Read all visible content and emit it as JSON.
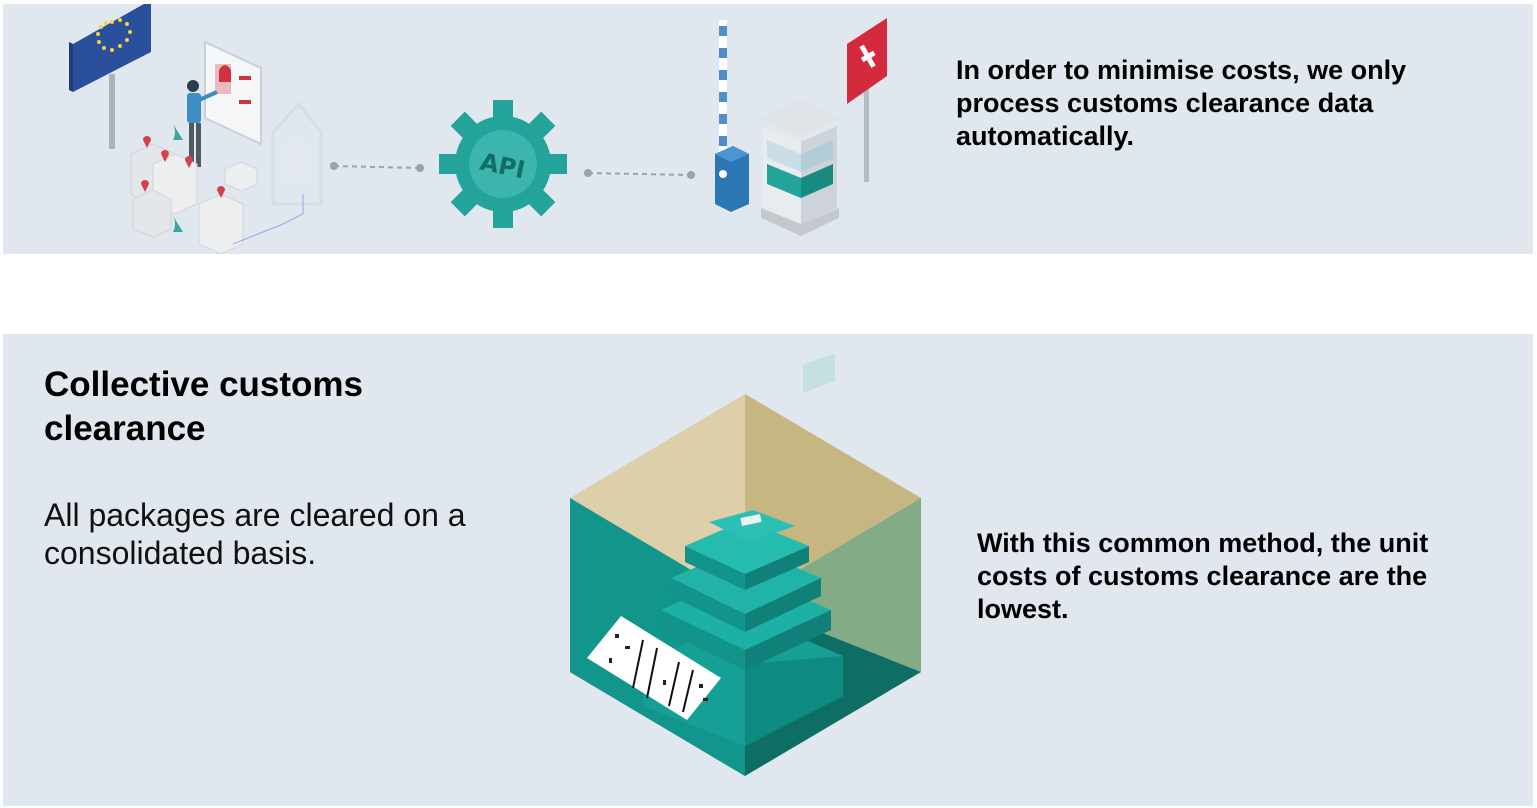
{
  "top_section": {
    "statement": "In order to minimise costs, we only process customs clearance data automatically.",
    "api_label": "API",
    "illustration_icons": [
      "eu-flag-icon",
      "warehouse-worker-icon",
      "api-gear-icon",
      "barrier-gate-icon",
      "customs-booth-icon",
      "swiss-flag-icon"
    ]
  },
  "bottom_section": {
    "title": "Collective customs clearance",
    "description": "All packages are cleared on a consolidated basis.",
    "statement": "With this common method, the unit costs of customs clearance are the lowest.",
    "illustration_icons": [
      "package-cube-icon",
      "package-stack-icon",
      "barcode-label-icon"
    ]
  },
  "colors": {
    "panel_bg": "#e1e7ee",
    "teal": "#23a39a",
    "teal_dark": "#12897f",
    "eu_blue": "#2a4f9b",
    "eu_star": "#f3d33a",
    "swiss_red": "#d32a3e",
    "cube_left_wall": "#dccfa9",
    "cube_right_wall": "#c6b681",
    "cube_side_green": "#83ab86"
  }
}
